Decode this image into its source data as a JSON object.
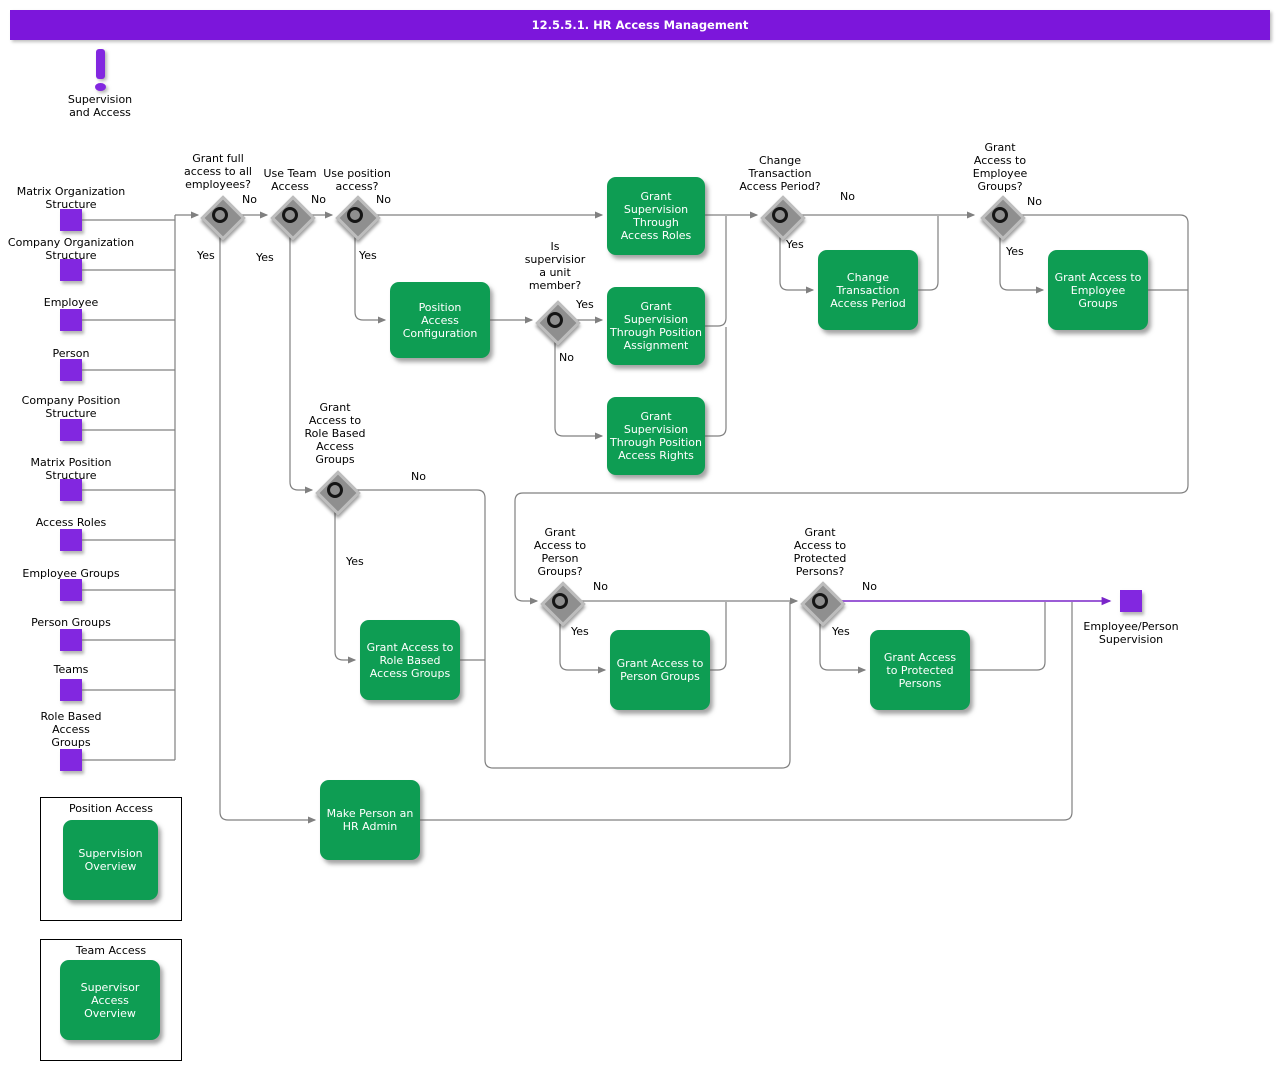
{
  "title": "12.5.5.1. HR Access Management",
  "note": {
    "label": "Supervision\nand Access"
  },
  "entities": [
    {
      "label": "Matrix Organization\nStructure"
    },
    {
      "label": "Company Organization\nStructure"
    },
    {
      "label": "Employee"
    },
    {
      "label": "Person"
    },
    {
      "label": "Company Position\nStructure"
    },
    {
      "label": "Matrix Position\nStructure"
    },
    {
      "label": "Access Roles"
    },
    {
      "label": "Employee Groups"
    },
    {
      "label": "Person Groups"
    },
    {
      "label": "Teams"
    },
    {
      "label": "Role Based\nAccess\nGroups"
    }
  ],
  "decisions": {
    "full_access": {
      "label": "Grant full\naccess to all\nemployees?",
      "yes": "Yes",
      "no": "No"
    },
    "team_access": {
      "label": "Use Team\nAccess",
      "yes": "Yes",
      "no": "No"
    },
    "position_access": {
      "label": "Use position\naccess?",
      "yes": "Yes",
      "no": "No"
    },
    "unit_member": {
      "label": "Is\nsupervisior\na unit\nmember?",
      "yes": "Yes",
      "no": "No"
    },
    "change_period": {
      "label": "Change\nTransaction\nAccess Period?",
      "yes": "Yes",
      "no": "No"
    },
    "employee_groups": {
      "label": "Grant\nAccess to\nEmployee\nGroups?",
      "yes": "Yes",
      "no": "No"
    },
    "role_based_groups": {
      "label": "Grant\nAccess to\nRole Based\nAccess\nGroups",
      "yes": "Yes",
      "no": "No"
    },
    "person_groups": {
      "label": "Grant\nAccess to\nPerson\nGroups?",
      "yes": "Yes",
      "no": "No"
    },
    "protected_persons": {
      "label": "Grant\nAccess to\nProtected\nPersons?",
      "yes": "Yes",
      "no": "No"
    }
  },
  "tasks": {
    "grant_supervision_access_roles": "Grant\nSupervision\nThrough\nAccess Roles",
    "position_access_configuration": "Position\nAccess\nConfiguration",
    "grant_supervision_position_assignment": "Grant\nSupervision\nThrough Position\nAssignment",
    "grant_supervision_position_access_rights": "Grant\nSupervision\nThrough Position\nAccess Rights",
    "change_transaction_access_period": "Change\nTransaction\nAccess Period",
    "grant_access_employee_groups": "Grant Access to\nEmployee\nGroups",
    "grant_access_role_based_groups": "Grant Access to\nRole Based\nAccess Groups",
    "grant_access_person_groups": "Grant Access to\nPerson Groups",
    "grant_access_protected_persons": "Grant Access\nto Protected\nPersons",
    "make_person_hr_admin": "Make Person an\nHR Admin"
  },
  "groups": [
    {
      "title": "Position Access",
      "task": "Supervision\nOverview"
    },
    {
      "title": "Team Access",
      "task": "Supervisor\nAccess\nOverview"
    }
  ],
  "end_node": {
    "label": "Employee/Person\nSupervision"
  },
  "colors": {
    "title_bg": "#7C16DB",
    "node_purple": "#8227E0",
    "task_green": "#0E9D53",
    "line_gray": "#808080",
    "line_purple": "#7A26C9",
    "diamond_gray": "#8F8F8F"
  }
}
